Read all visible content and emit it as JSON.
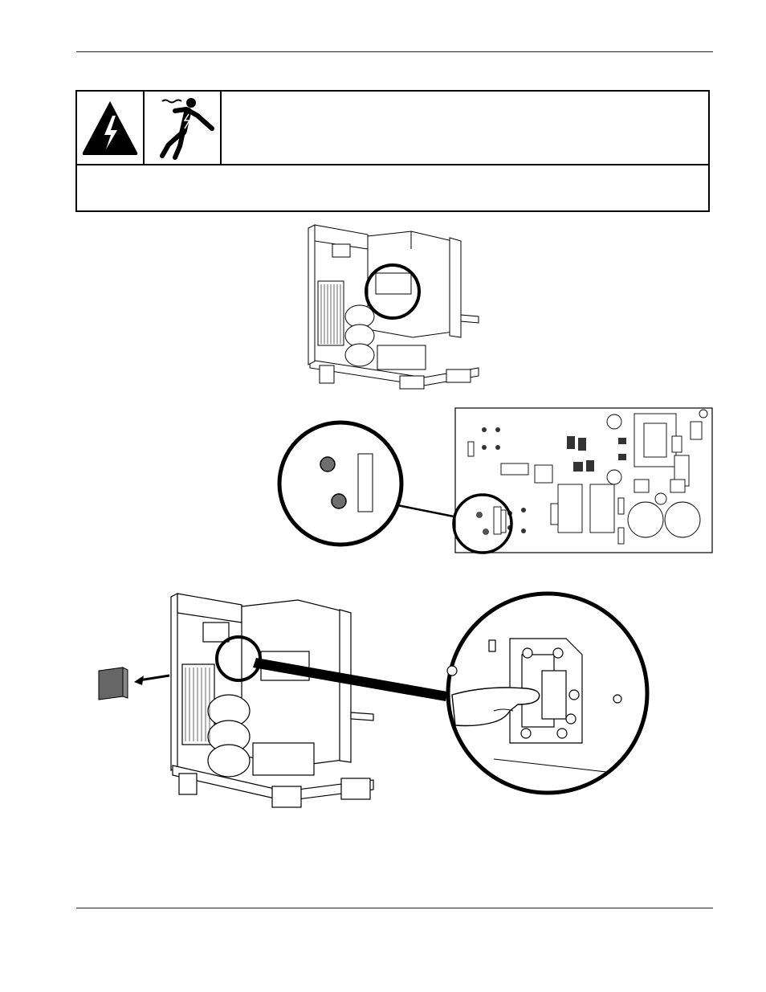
{
  "page": {
    "header_rule": true,
    "footer_rule": true
  },
  "warning_box": {
    "icons": [
      "electrical-hazard-triangle-icon",
      "electric-shock-person-icon"
    ],
    "heading": "",
    "message": ""
  },
  "figures": [
    {
      "name": "power-supply-overview",
      "icon": "power-supply-chassis-icon"
    },
    {
      "name": "control-board-detail",
      "icon": "circuit-board-icon"
    },
    {
      "name": "fuse-removal-detail",
      "icon": "fuse-holder-hand-icon"
    }
  ]
}
